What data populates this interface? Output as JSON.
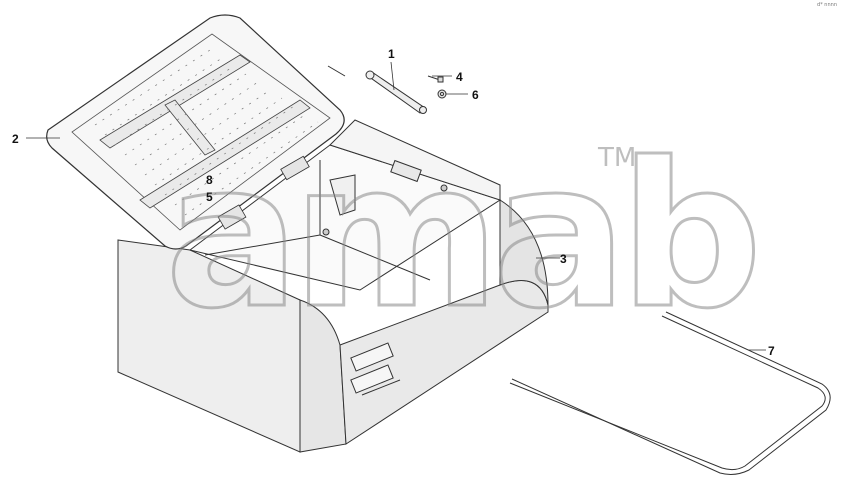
{
  "diagram": {
    "callouts": [
      {
        "id": "1",
        "label": "1"
      },
      {
        "id": "2",
        "label": "2"
      },
      {
        "id": "3",
        "label": "3"
      },
      {
        "id": "4",
        "label": "4"
      },
      {
        "id": "5",
        "label": "5"
      },
      {
        "id": "6",
        "label": "6"
      },
      {
        "id": "7",
        "label": "7"
      },
      {
        "id": "8",
        "label": "8"
      }
    ],
    "watermark": {
      "text": "amab",
      "tm": "TM"
    },
    "corner_note": "d* nnnn"
  }
}
